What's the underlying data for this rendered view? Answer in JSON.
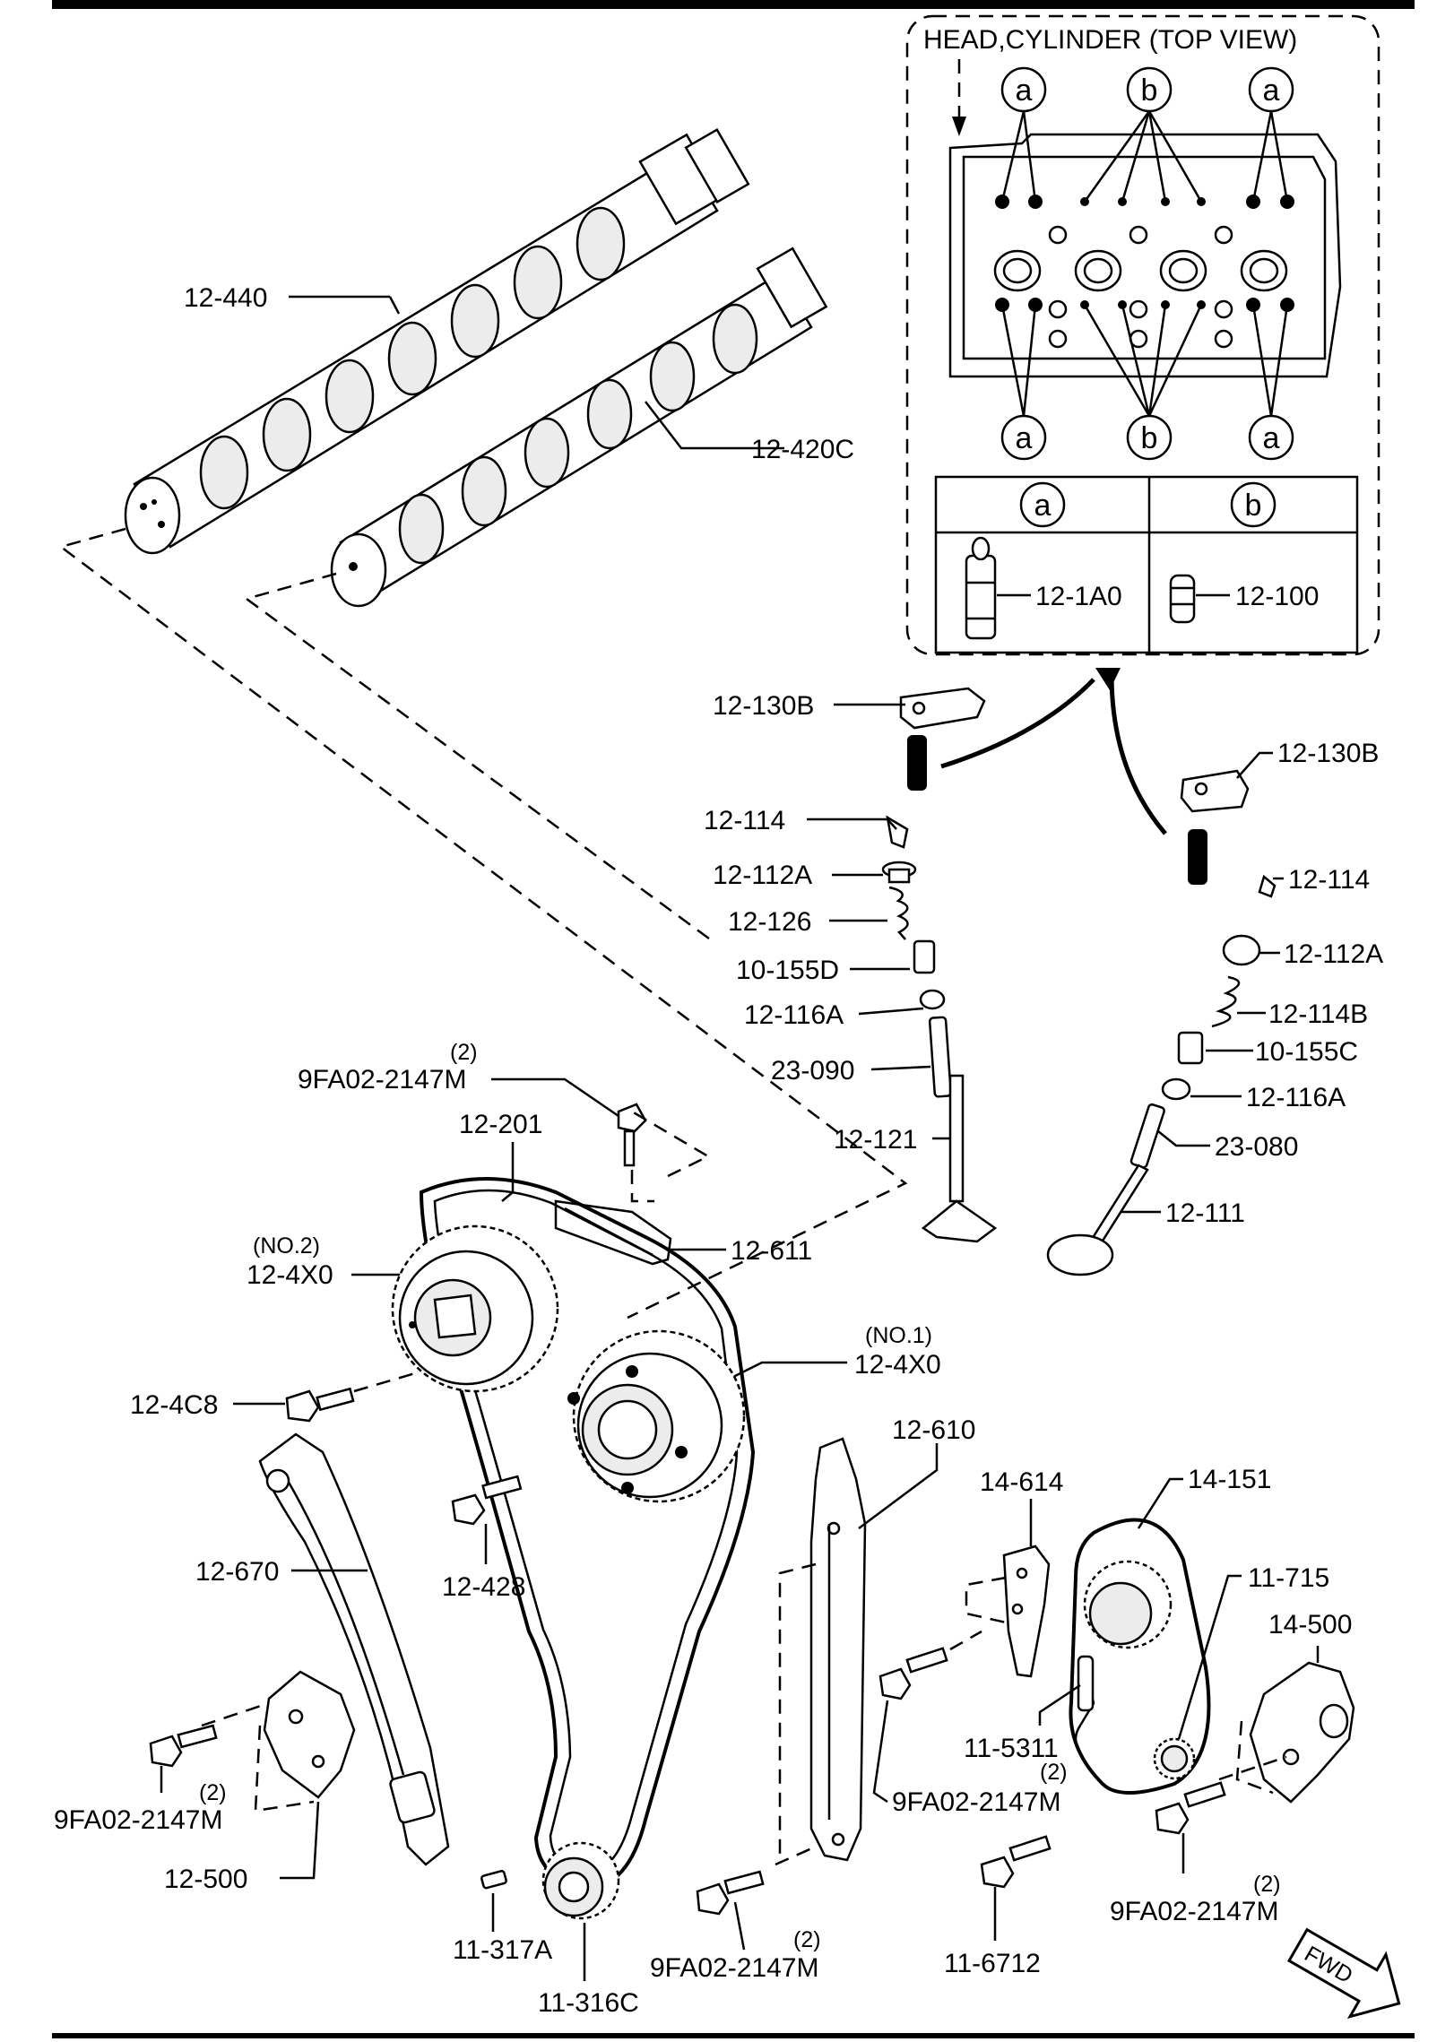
{
  "inset": {
    "title": "HEAD,CYLINDER (TOP VIEW)",
    "callout_a": "a",
    "callout_b": "b",
    "table": {
      "col_a": "a",
      "col_b": "b",
      "part_a": "12-1A0",
      "part_b": "12-100"
    }
  },
  "labels": {
    "p12_440": "12-440",
    "p12_420C": "12-420C",
    "p12_130B_left": "12-130B",
    "p12_130B_right": "12-130B",
    "p12_114_left": "12-114",
    "p12_112A_left": "12-112A",
    "p12_126": "12-126",
    "p10_155D": "10-155D",
    "p12_116A_left": "12-116A",
    "p23_090": "23-090",
    "p12_121": "12-121",
    "p12_114_right": "12-114",
    "p12_112A_right": "12-112A",
    "p12_114B": "12-114B",
    "p10_155C": "10-155C",
    "p12_116A_right": "12-116A",
    "p23_080": "23-080",
    "p12_111": "12-111",
    "bolt_qty_top": "(2)",
    "bolt_top": "9FA02-2147M",
    "p12_201": "12-201",
    "no2": "(NO.2)",
    "p12_4X0_no2": "12-4X0",
    "p12_611": "12-611",
    "no1": "(NO.1)",
    "p12_4X0_no1": "12-4X0",
    "p12_4C8": "12-4C8",
    "p12_428": "12-428",
    "p12_610": "12-610",
    "p14_614": "14-614",
    "p14_151": "14-151",
    "p12_670": "12-670",
    "p11_715": "11-715",
    "p14_500": "14-500",
    "p11_5311": "11-5311",
    "bolt_qty_left": "(2)",
    "bolt_left": "9FA02-2147M",
    "bolt_qty_mid": "(2)",
    "bolt_mid": "9FA02-2147M",
    "p12_500": "12-500",
    "bolt_qty_br": "(2)",
    "bolt_br": "9FA02-2147M",
    "p11_317A": "11-317A",
    "bolt_qty_bottom": "(2)",
    "bolt_bottom": "9FA02-2147M",
    "p11_6712": "11-6712",
    "p11_316C": "11-316C",
    "fwd": "FWD"
  }
}
